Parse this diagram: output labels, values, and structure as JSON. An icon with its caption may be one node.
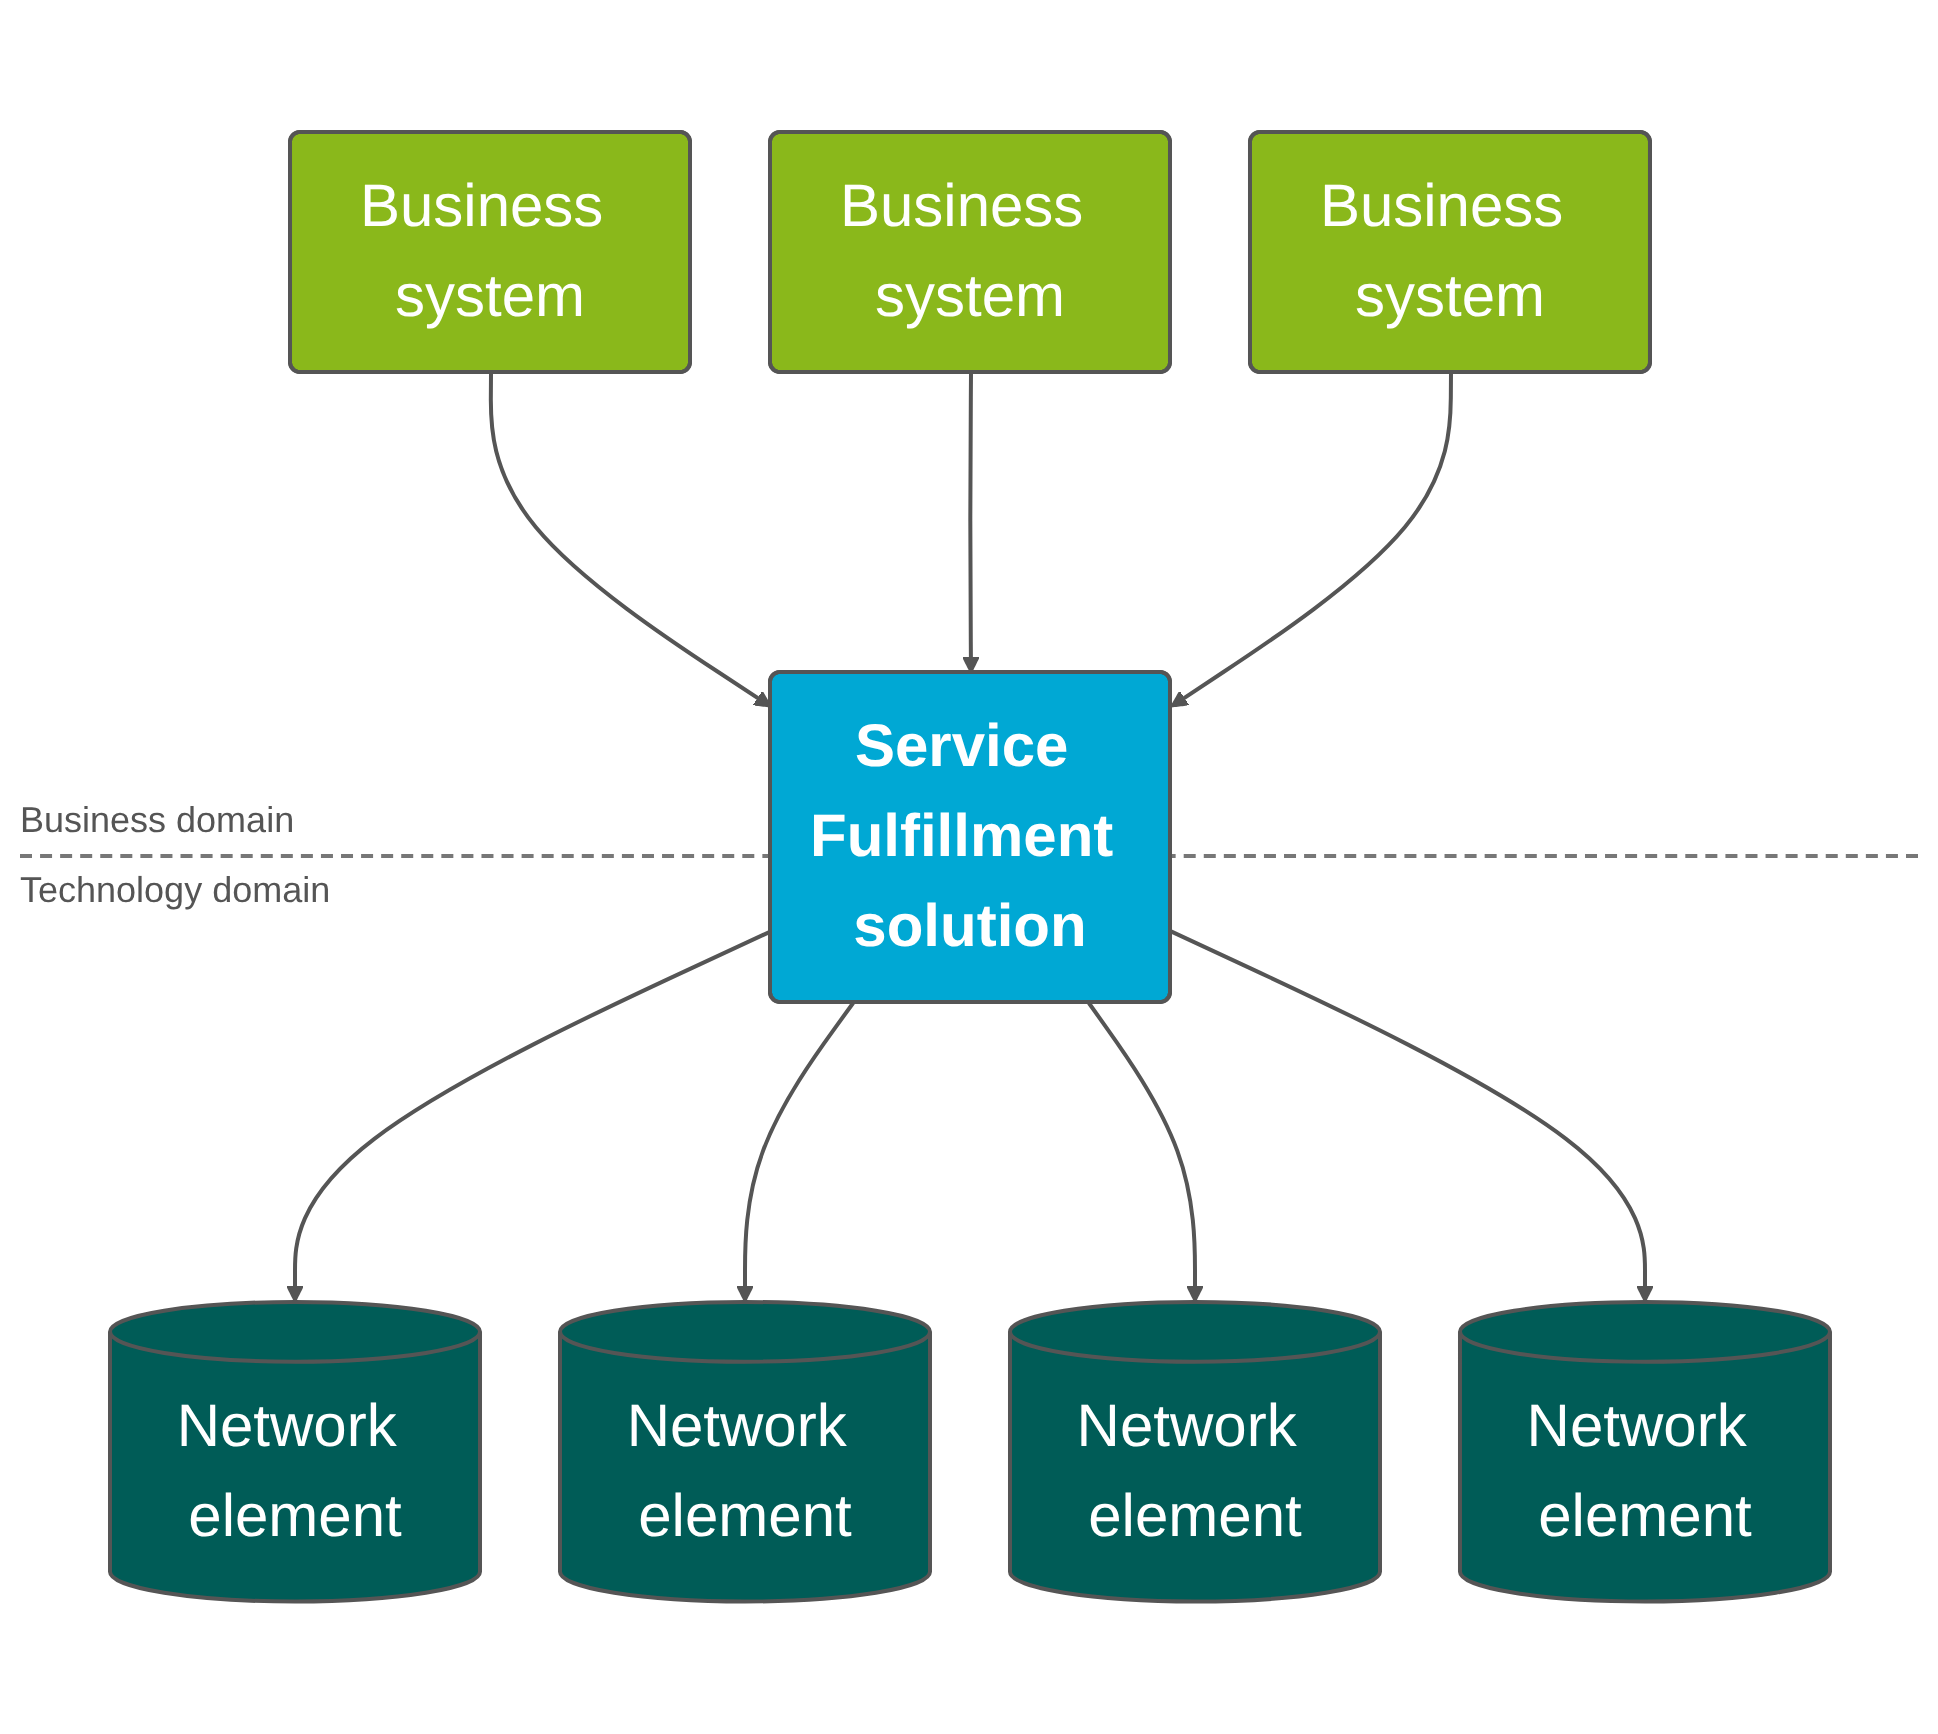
{
  "diagram": {
    "nodes": [
      {
        "text": [
          "Business system"
        ]
      },
      {
        "text": [
          "Business system"
        ]
      },
      {
        "text": [
          "Business system"
        ]
      },
      {
        "text": [
          "Service Fulfillment solution"
        ]
      },
      {
        "text": [
          "Network element"
        ]
      },
      {
        "text": [
          "Network element"
        ]
      },
      {
        "text": [
          "Network element"
        ]
      },
      {
        "text": [
          "Network element"
        ]
      }
    ],
    "edges": [
      {
        "from": 0,
        "to": 3,
        "arrow": "to"
      },
      {
        "from": 1,
        "to": 3,
        "arrow": "to"
      },
      {
        "from": 2,
        "to": 3,
        "arrow": "to"
      },
      {
        "from": 3,
        "to": 4,
        "arrow": "to"
      },
      {
        "from": 3,
        "to": 5,
        "arrow": "to"
      },
      {
        "from": 3,
        "to": 6,
        "arrow": "to"
      },
      {
        "from": 3,
        "to": 7,
        "arrow": "to"
      }
    ],
    "labels": [
      "Business domain",
      "Technology domain"
    ]
  }
}
